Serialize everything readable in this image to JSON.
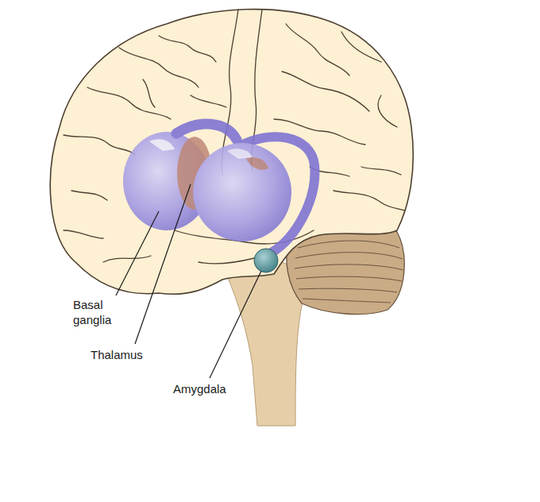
{
  "diagram": {
    "labels": [
      "Basal ganglia",
      "Thalamus",
      "Amygdala"
    ]
  }
}
